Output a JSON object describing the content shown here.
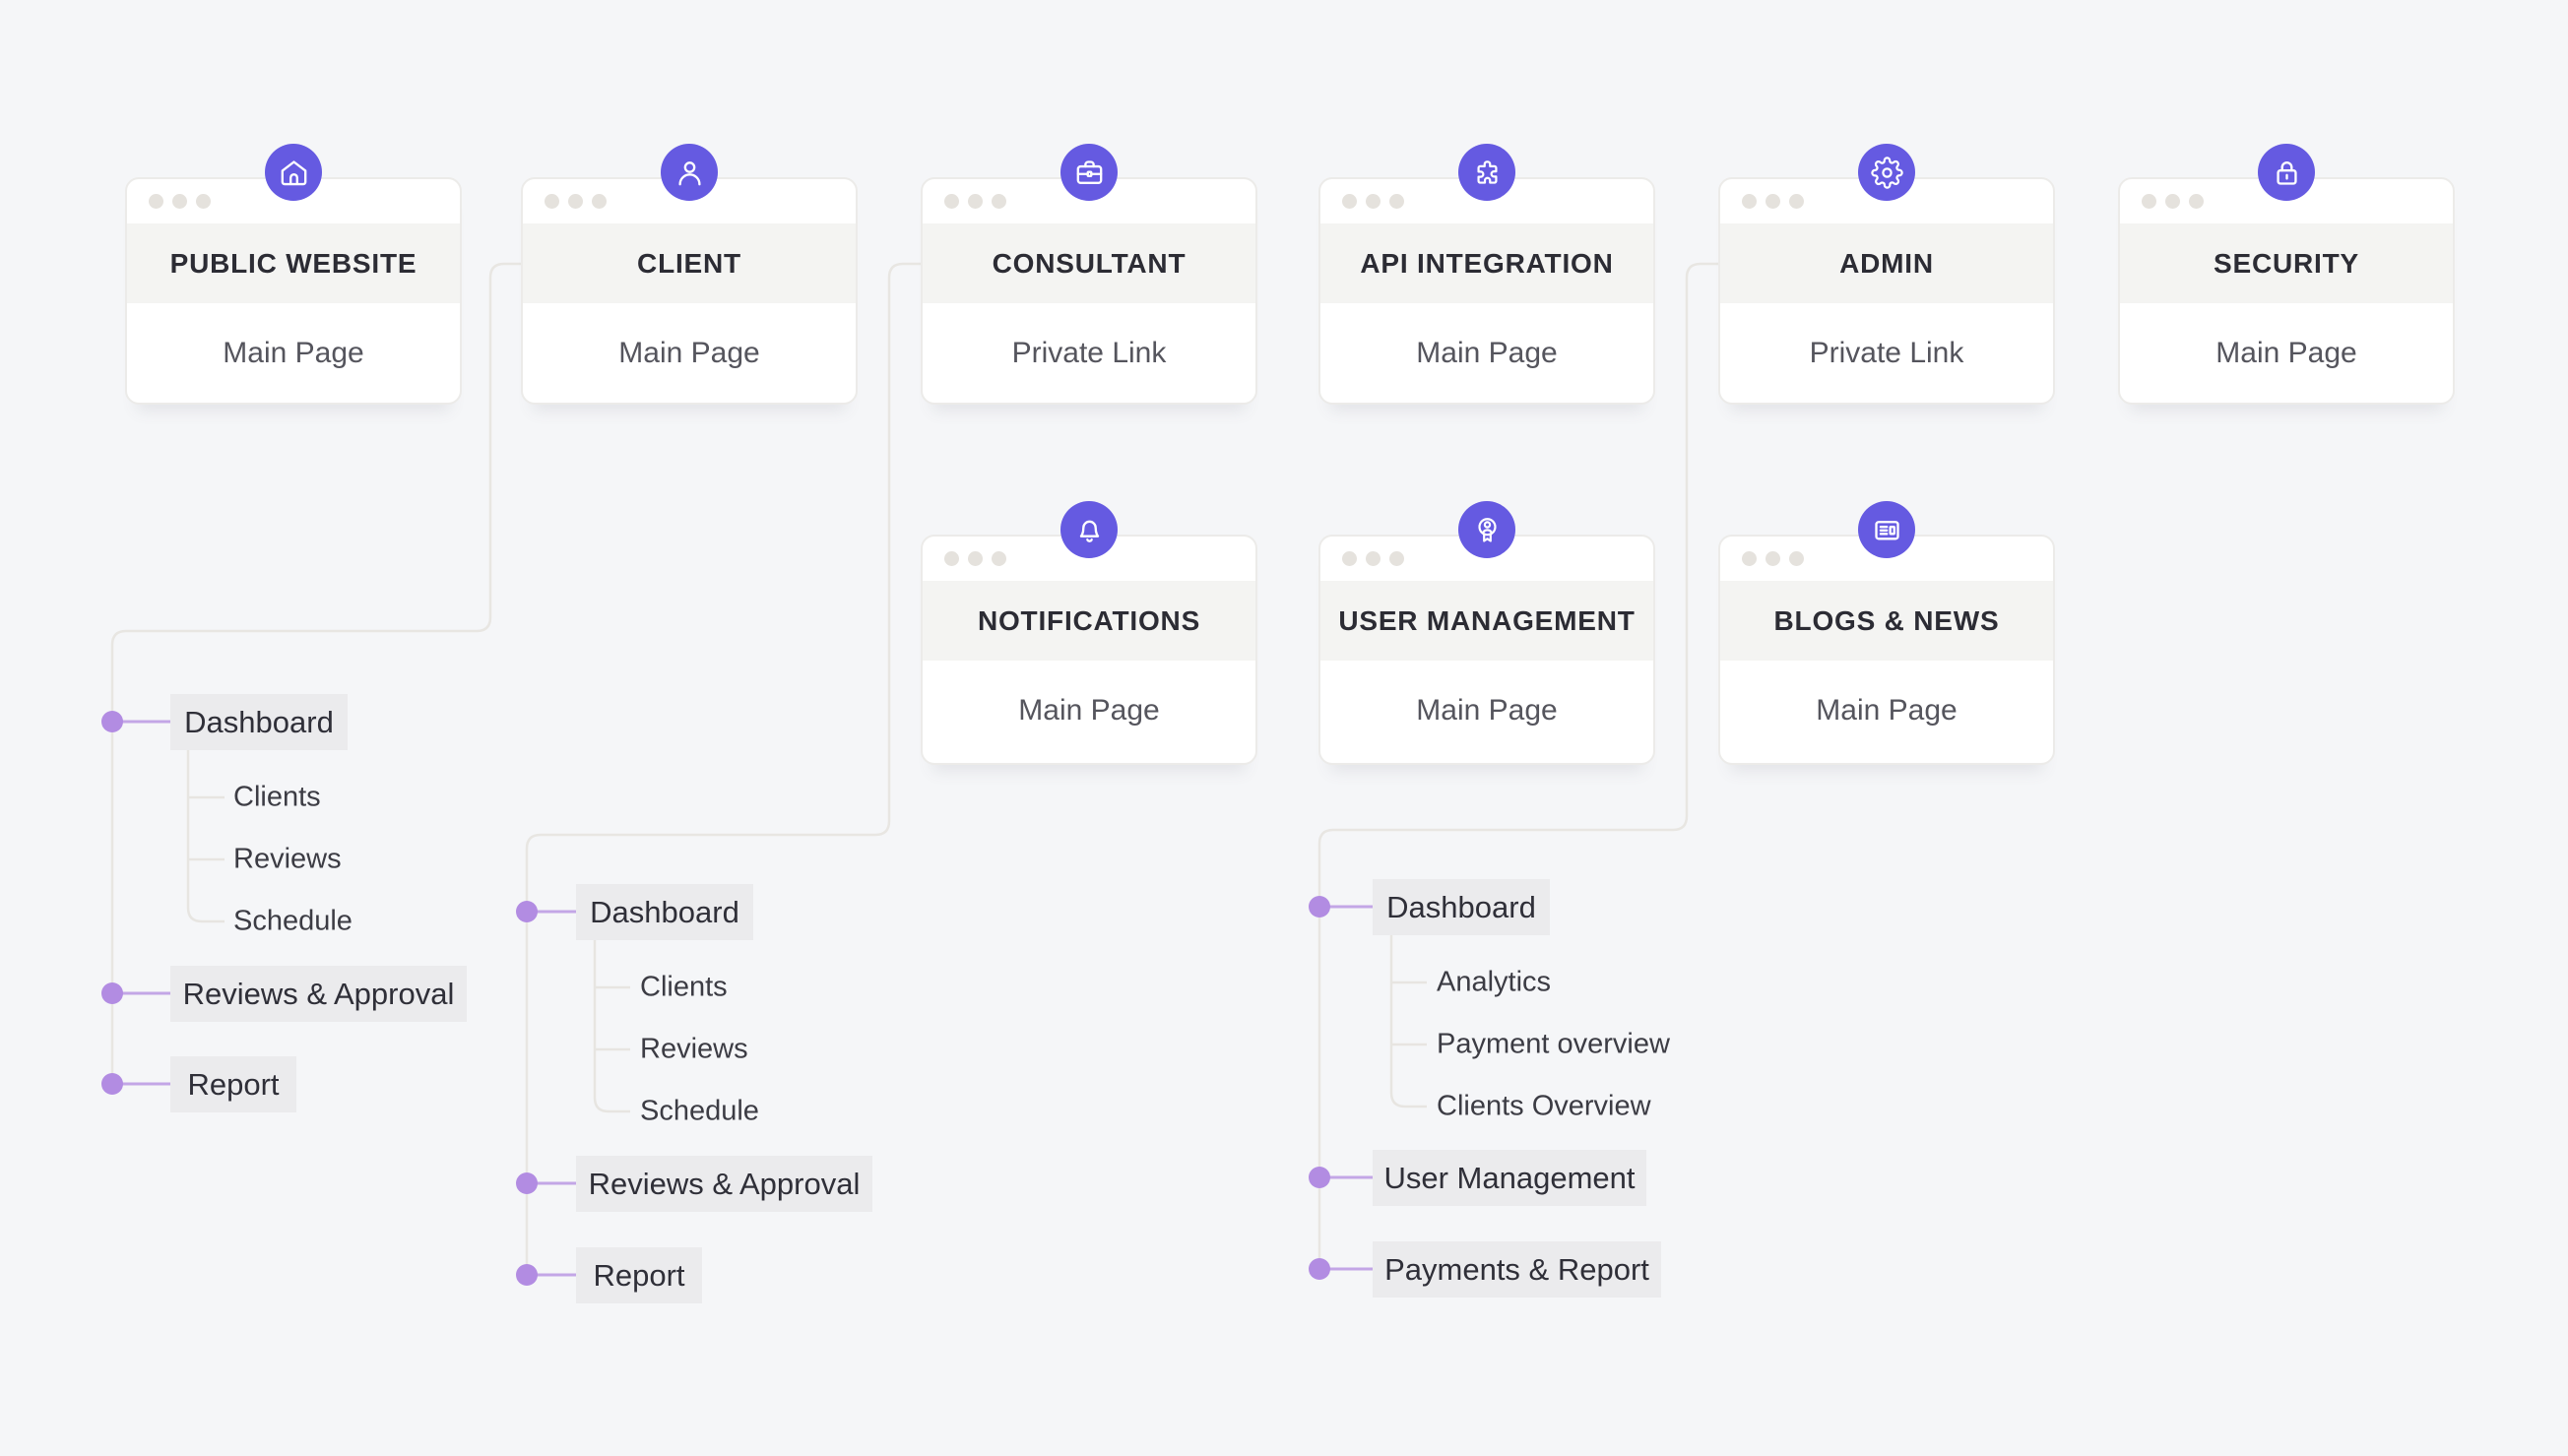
{
  "colors": {
    "background": "#f5f6f8",
    "badge_purple": "#655ae1",
    "branch_dot_purple": "#b28ce2",
    "branch_line_purple": "#c3a6e6",
    "connector_gray": "#e8e6e2",
    "chip_background": "#ebebed",
    "card_band": "#f4f4f2",
    "title_text": "#2c2c34",
    "subtitle_text": "#55555d"
  },
  "cards": {
    "row1": [
      {
        "title": "PUBLIC WEBSITE",
        "subtitle": "Main Page",
        "icon": "home-icon"
      },
      {
        "title": "CLIENT",
        "subtitle": "Main Page",
        "icon": "user-icon"
      },
      {
        "title": "CONSULTANT",
        "subtitle": "Private Link",
        "icon": "briefcase-icon"
      },
      {
        "title": "API INTEGRATION",
        "subtitle": "Main Page",
        "icon": "puzzle-icon"
      },
      {
        "title": "ADMIN",
        "subtitle": "Private Link",
        "icon": "gear-icon"
      },
      {
        "title": "SECURITY",
        "subtitle": "Main Page",
        "icon": "lock-icon"
      }
    ],
    "row2": [
      {
        "title": "NOTIFICATIONS",
        "subtitle": "Main Page",
        "icon": "bell-icon"
      },
      {
        "title": "USER MANAGEMENT",
        "subtitle": "Main Page",
        "icon": "award-user-icon"
      },
      {
        "title": "BLOGS & NEWS",
        "subtitle": "Main Page",
        "icon": "newspaper-icon"
      }
    ]
  },
  "trees": [
    {
      "parent": "CLIENT",
      "items": [
        {
          "label": "Dashboard",
          "children": [
            "Clients",
            "Reviews",
            "Schedule"
          ]
        },
        {
          "label": "Reviews & Approval"
        },
        {
          "label": "Report"
        }
      ]
    },
    {
      "parent": "CONSULTANT",
      "items": [
        {
          "label": "Dashboard",
          "children": [
            "Clients",
            "Reviews",
            "Schedule"
          ]
        },
        {
          "label": "Reviews & Approval"
        },
        {
          "label": "Report"
        }
      ]
    },
    {
      "parent": "ADMIN",
      "items": [
        {
          "label": "Dashboard",
          "children": [
            "Analytics",
            "Payment overview",
            "Clients Overview"
          ]
        },
        {
          "label": "User Management"
        },
        {
          "label": "Payments & Report"
        }
      ]
    }
  ]
}
